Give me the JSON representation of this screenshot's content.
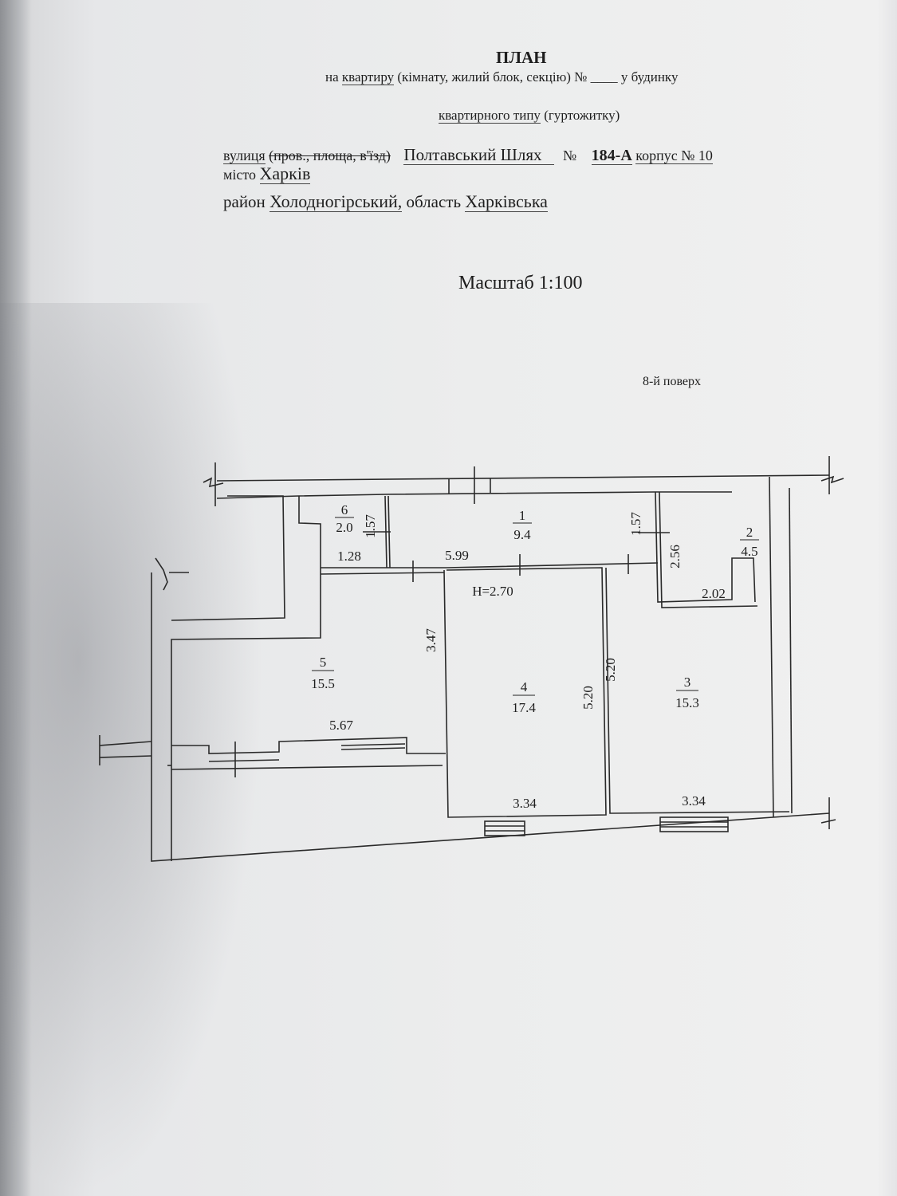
{
  "header": {
    "title": "ПЛАН",
    "line1_prefix": "на",
    "line1_underlined": "квартиру",
    "line1_rest": "(кімнату, жилий блок, секцію) №",
    "line1_blank": "____",
    "line1_suffix": "у будинку",
    "line2_underlined": "квартирного типу",
    "line2_rest": "(гуртожитку)"
  },
  "address": {
    "street_label": "вулиця",
    "street_struck": "(пров., площа, в'їзд)",
    "street": "Полтавський Шлях",
    "number_label": "№",
    "number": "184-А",
    "building_label": "корпус № 10",
    "city_label": "місто",
    "city": "Харків",
    "district_label": "район",
    "district": "Холодногірський,",
    "region_label": "область",
    "region": "Харківська"
  },
  "scale": "Масштаб 1:100",
  "floor": "8-й поверх",
  "plan": {
    "ceiling_height": "H=2.70",
    "rooms": [
      {
        "number": "1",
        "area": "9.4",
        "dims": [
          "5.99",
          "1.57"
        ]
      },
      {
        "number": "2",
        "area": "4.5",
        "dims": [
          "2.02",
          "2.56"
        ]
      },
      {
        "number": "3",
        "area": "15.3",
        "dims": [
          "3.34",
          "5.20"
        ]
      },
      {
        "number": "4",
        "area": "17.4",
        "dims": [
          "3.34",
          "5.20"
        ]
      },
      {
        "number": "5",
        "area": "15.5",
        "dims": [
          "5.67",
          "3.47"
        ]
      },
      {
        "number": "6",
        "area": "2.0",
        "dims": [
          "1.28",
          "1.57"
        ]
      }
    ]
  }
}
